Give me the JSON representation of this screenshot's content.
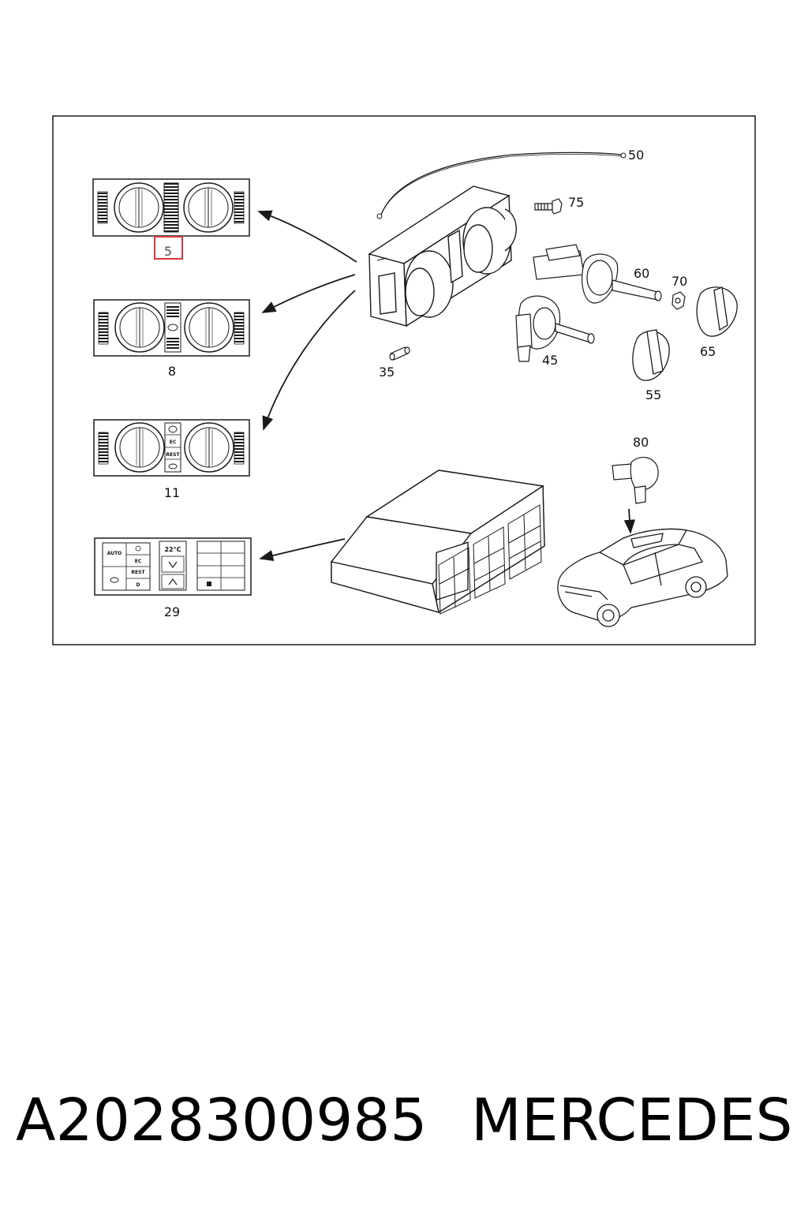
{
  "diagram": {
    "callouts": {
      "c50": "50",
      "c75": "75",
      "c60": "60",
      "c70": "70",
      "c45": "45",
      "c35": "35",
      "c65": "65",
      "c55": "55",
      "c80": "80"
    },
    "panels": {
      "p5": "5",
      "p8": "8",
      "p11": "11",
      "p29": "29"
    },
    "panel11_buttons": [
      "EC",
      "REST"
    ],
    "panel29_buttons": [
      "AUTO",
      "EC",
      "REST",
      "D",
      "22°C"
    ],
    "highlighted_item": "5"
  },
  "footer": {
    "part_number": "A2028300985",
    "brand": "MERCEDES"
  },
  "colors": {
    "line": "#1a1a1a",
    "highlight": "#d9363e"
  }
}
